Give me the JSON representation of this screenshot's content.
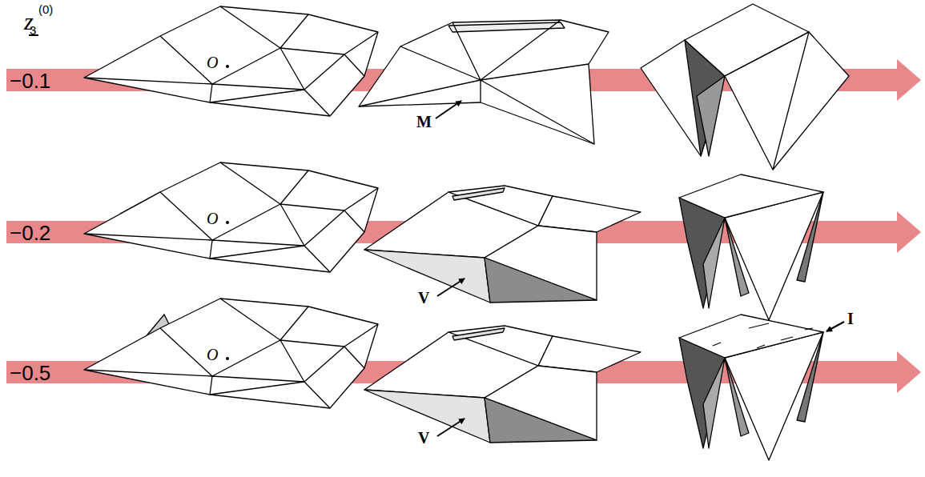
{
  "diagram": {
    "labels": [
      "z",
      "(0)",
      "3",
      "−0.1",
      "O",
      "M",
      "−0.2",
      "O",
      "V",
      "−0.5",
      "O",
      "V",
      "I"
    ]
  }
}
